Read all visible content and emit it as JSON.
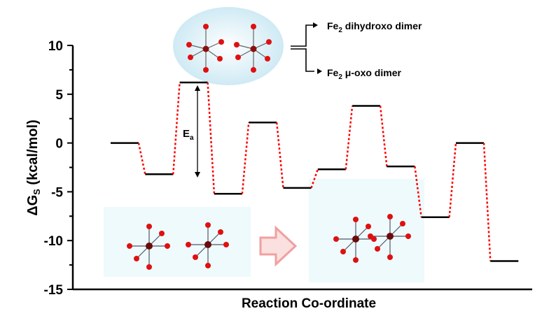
{
  "chart_data": {
    "type": "line",
    "title": "",
    "xlabel": "Reaction Co-ordinate",
    "ylabel": "ΔG",
    "ylabel_sub": "S",
    "ylabel_unit": "(kcal/mol)",
    "ylim": [
      -15,
      10
    ],
    "yticks": [
      10,
      5,
      0,
      -5,
      -10,
      -15
    ],
    "levels": [
      0.0,
      -3.2,
      6.2,
      -5.2,
      2.1,
      -4.6,
      -2.7,
      3.8,
      -2.4,
      -7.6,
      0.0,
      -12.1
    ],
    "annotations": {
      "ea_label": "E",
      "ea_sub": "a",
      "product1": "Fe",
      "product1_sub": "2",
      "product1_rest": " dihydroxo dimer",
      "product2": "Fe",
      "product2_sub": "2",
      "product2_rest": " μ-oxo dimer"
    },
    "colors": {
      "level": "#000000",
      "connector": "#ff0000",
      "bubble": "#d6eef6",
      "panel": "#eefafc"
    }
  }
}
